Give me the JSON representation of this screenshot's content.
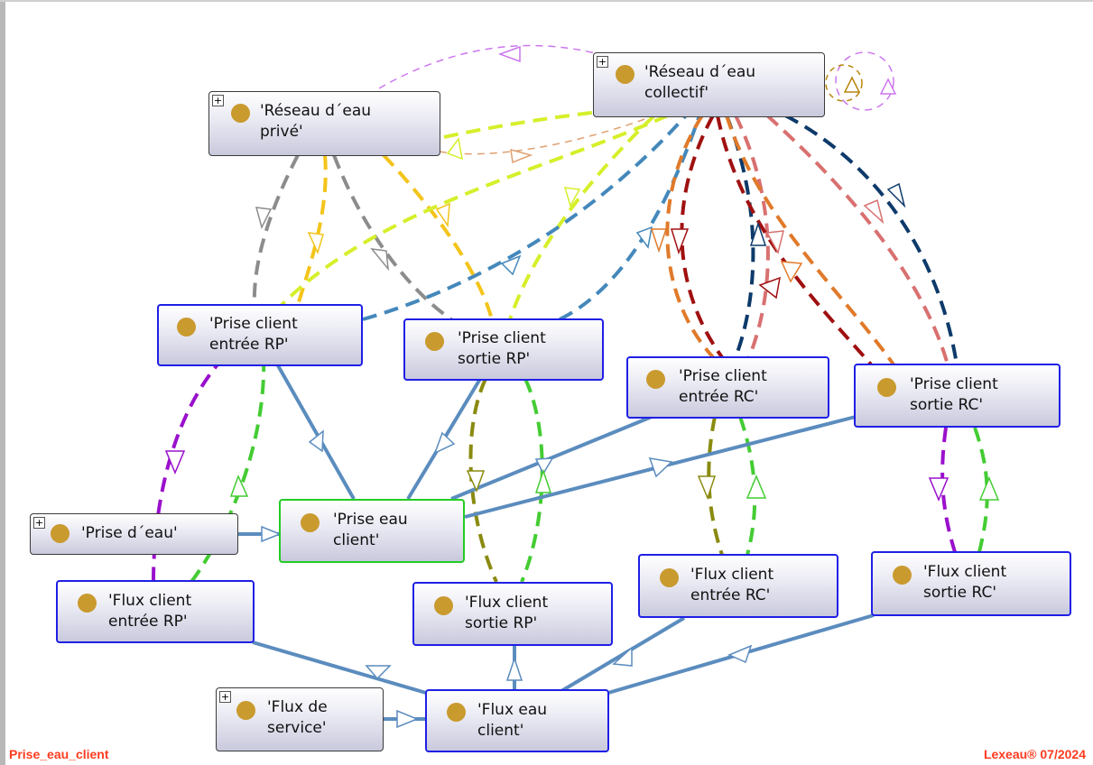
{
  "nodes": {
    "reseau_prive": "'Réseau d´eau\nprivé'",
    "reseau_collectif": "'Réseau d´eau\ncollectif'",
    "prise_entree_rp": "'Prise client\nentrée RP'",
    "prise_sortie_rp": "'Prise client\nsortie RP'",
    "prise_entree_rc": "'Prise client\nentrée RC'",
    "prise_sortie_rc": "'Prise client\nsortie RC'",
    "prise_deau": "'Prise d´eau'",
    "prise_eau_client": "'Prise eau\nclient'",
    "flux_entree_rp": "'Flux client\nentrée RP'",
    "flux_sortie_rp": "'Flux client\nsortie RP'",
    "flux_entree_rc": "'Flux client\nentrée RC'",
    "flux_sortie_rc": "'Flux client\nsortie RC'",
    "flux_service": "'Flux de\nservice'",
    "flux_eau_client": "'Flux eau\nclient'"
  },
  "footer": {
    "left": "Prise_eau_client",
    "right": "Lexeau® 07/2024"
  },
  "colors": {
    "node_border_blue": "#1f1fe6",
    "node_border_green": "#22cc22",
    "node_dot": "#c99a2e",
    "solid_edge": "#5b8cbe",
    "footer_text": "#ff3b1f"
  }
}
